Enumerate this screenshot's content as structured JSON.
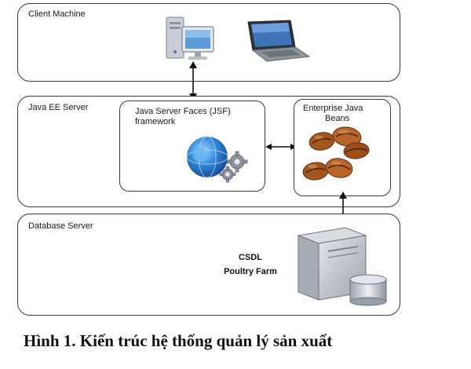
{
  "layers": {
    "client": {
      "label": "Client Machine"
    },
    "server": {
      "label": "Java EE Server"
    },
    "database": {
      "label": "Database Server"
    }
  },
  "components": {
    "jsf": {
      "title_line1": "Java Server Faces (JSF)",
      "title_line2": "framework",
      "icon": "globe-gears-icon"
    },
    "ejb": {
      "title_line1": "Enterprise Java",
      "title_line2": "Beans",
      "icon": "coffee-beans-icon"
    },
    "db": {
      "line1": "CSDL",
      "line2": "Poultry Farm",
      "icon": "database-server-icon"
    }
  },
  "client_icons": [
    "desktop-computer-icon",
    "laptop-icon"
  ],
  "arrows": [
    "client-to-server",
    "jsf-to-ejb",
    "ejb-to-database"
  ],
  "caption": "Hình 1. Kiến trúc hệ thống quản lý sản xuất"
}
